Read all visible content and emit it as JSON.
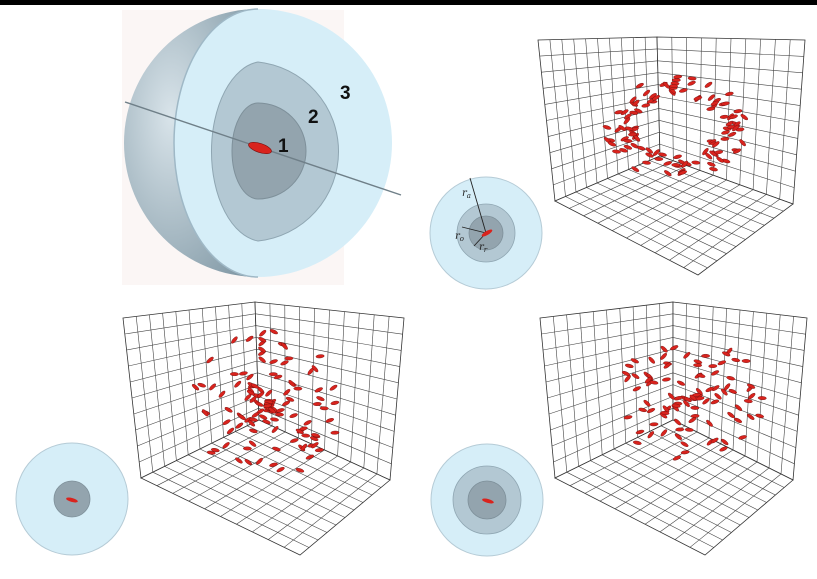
{
  "figure": {
    "sphere": {
      "zone_labels": [
        "1",
        "2",
        "3"
      ],
      "colors": {
        "outer_shell": "#d6eef8",
        "middle_shell": "#b3c8d3",
        "inner_core": "#93a4ae",
        "cut_edge": "#9fb8c6",
        "particle": "#d9231d",
        "axis": "#6f7f88"
      }
    },
    "mini_sphere_radii": {
      "ra": "a",
      "ro": "o",
      "rr": "r"
    },
    "panels": [
      {
        "name": "panel-top-right",
        "particle_pattern": "ring"
      },
      {
        "name": "panel-bottom-left",
        "particle_pattern": "dense-cluster"
      },
      {
        "name": "panel-bottom-right",
        "particle_pattern": "ordered-cluster"
      }
    ],
    "grid_color": "#333333",
    "background_top_bar": "#000000"
  }
}
